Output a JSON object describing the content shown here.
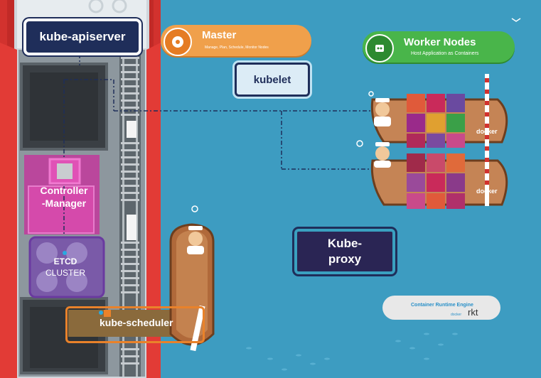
{
  "master": {
    "title": "Master",
    "subtitle": "Manage, Plan, Schedule, Monitor Nodes"
  },
  "worker": {
    "title": "Worker Nodes",
    "subtitle": "Host Application as Containers"
  },
  "components": {
    "apiserver": "kube-apiserver",
    "kubelet": "kubelet",
    "kubeproxy_line1": "Kube-",
    "kubeproxy_line2": "proxy",
    "controller_line1": "Controller",
    "controller_line2": "-Manager",
    "etcd_title": "ETCD",
    "etcd_sub": "CLUSTER",
    "scheduler": "kube-scheduler"
  },
  "runtime": {
    "title": "Container Runtime Engine",
    "docker": "docker",
    "rkt": "rkt"
  },
  "ship_labels": {
    "docker_top": "docker",
    "docker_bottom": "docker"
  },
  "colors": {
    "sea": "#3d9cc1",
    "ship_red": "#d2322e",
    "master_orange": "#f0a04b",
    "worker_green": "#49b54a",
    "navy": "#1f2e5a",
    "controller_magenta": "#c2389b",
    "etcd_purple": "#6a4aa0"
  }
}
